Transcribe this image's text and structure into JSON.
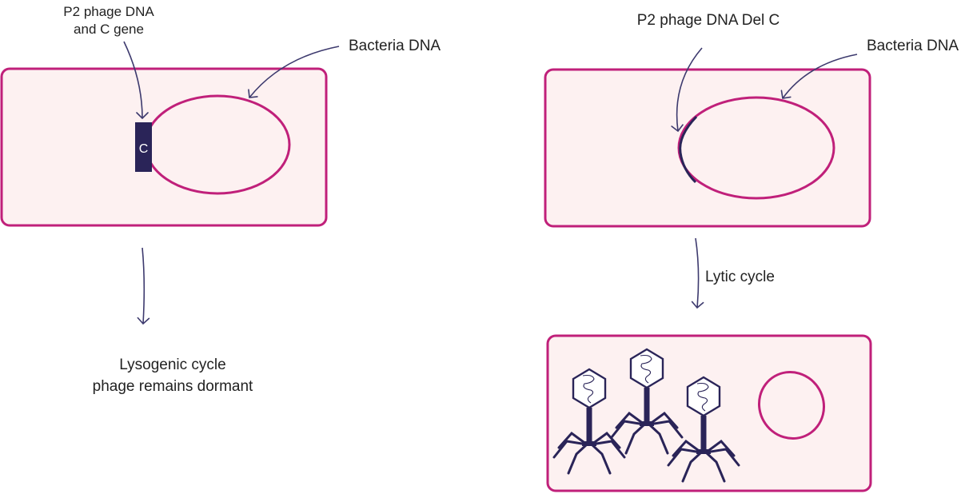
{
  "left_panel": {
    "phage_label_line1": "P2 phage DNA",
    "phage_label_line2": "and C gene",
    "bacteria_label": "Bacteria DNA",
    "gene_label": "C",
    "outcome_line1": "Lysogenic cycle",
    "outcome_line2": "phage remains dormant"
  },
  "right_panel": {
    "phage_label": "P2 phage DNA Del C",
    "bacteria_label": "Bacteria DNA",
    "arrow_label": "Lytic cycle",
    "phage_icon": "bacteriophage-icon",
    "phage_count": 3
  },
  "colors": {
    "cell_border": "#c0207a",
    "cell_fill": "#fdf1f1",
    "dna": "#c0207a",
    "phage": "#2a2458",
    "arrow": "#3d3a6e"
  }
}
